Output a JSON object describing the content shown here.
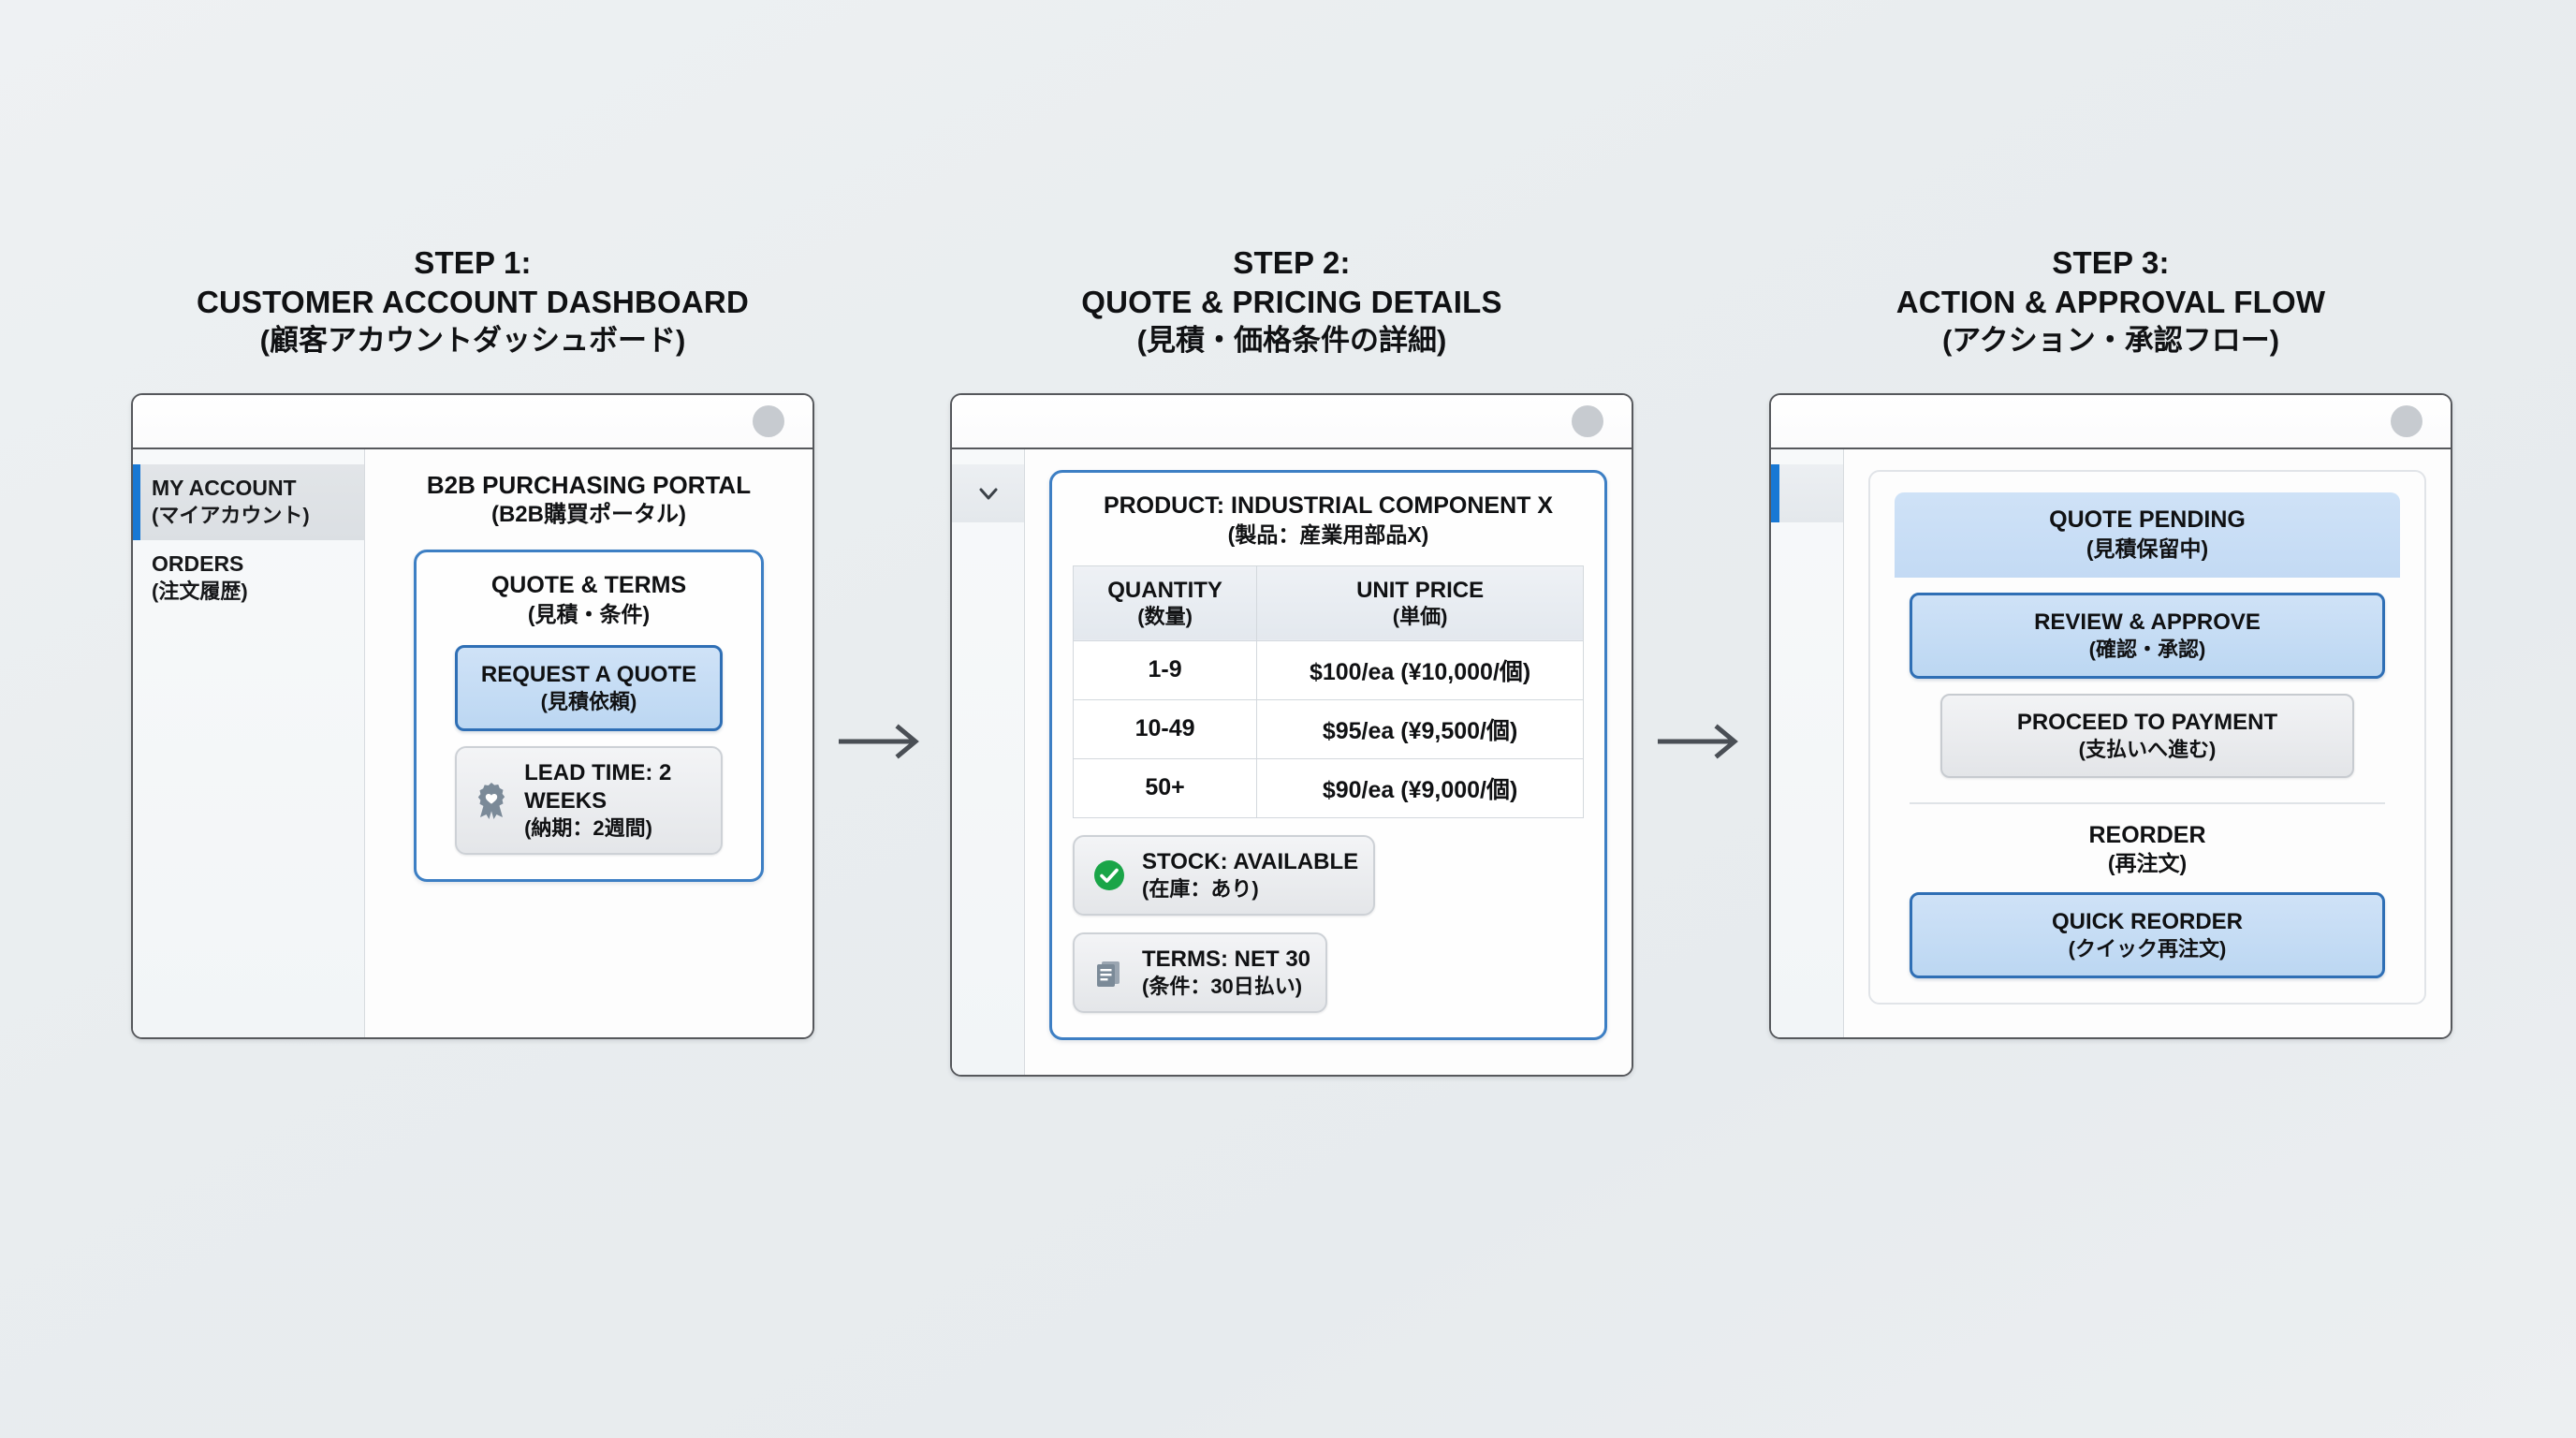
{
  "steps": [
    {
      "header": {
        "line1": "STEP 1:",
        "line2": "CUSTOMER ACCOUNT DASHBOARD",
        "line3": "(顧客アカウントダッシュボード)"
      },
      "sidebar": [
        {
          "label": "MY ACCOUNT",
          "jp": "(マイアカウント)",
          "active": true
        },
        {
          "label": "ORDERS",
          "jp": "(注文履歴)",
          "active": false
        }
      ],
      "portal_title": {
        "en": "B2B PURCHASING PORTAL",
        "jp": "(B2B購買ポータル)"
      },
      "card": {
        "head_en": "QUOTE & TERMS",
        "head_jp": "(見積・条件)",
        "primary_button": {
          "en": "REQUEST A QUOTE",
          "jp": "(見積依頼)"
        },
        "lead_time_chip": {
          "en": "LEAD TIME: 2 WEEKS",
          "jp": "(納期：2週間)",
          "icon": "award-ribbon-icon"
        }
      }
    },
    {
      "header": {
        "line1": "STEP 2:",
        "line2": "QUOTE & PRICING DETAILS",
        "line3": "(見積・価格条件の詳細)"
      },
      "sidebar_icon": "chevron-down-icon",
      "card": {
        "head_en": "PRODUCT: INDUSTRIAL COMPONENT X",
        "head_jp": "(製品：産業用部品X)",
        "stock_chip": {
          "en": "STOCK: AVAILABLE",
          "jp": "(在庫：あり)",
          "icon": "check-circle-icon",
          "color": "#1aa548"
        },
        "terms_chip": {
          "en": "TERMS: NET 30",
          "jp": "(条件：30日払い)",
          "icon": "document-icon"
        }
      }
    },
    {
      "header": {
        "line1": "STEP 3:",
        "line2": "ACTION & APPROVAL FLOW",
        "line3": "(アクション・承認フロー)"
      },
      "status_banner": {
        "en": "QUOTE PENDING",
        "jp": "(見積保留中)"
      },
      "approve_button": {
        "en": "REVIEW & APPROVE",
        "jp": "(確認・承認)"
      },
      "payment_button": {
        "en": "PROCEED TO PAYMENT",
        "jp": "(支払いへ進む)"
      },
      "reorder_label": {
        "en": "REORDER",
        "jp": "(再注文)"
      },
      "reorder_button": {
        "en": "QUICK REORDER",
        "jp": "(クイック再注文)"
      }
    }
  ],
  "chart_data": {
    "type": "table",
    "title": "PRODUCT: INDUSTRIAL COMPONENT X",
    "columns": [
      {
        "en": "QUANTITY",
        "jp": "(数量)"
      },
      {
        "en": "UNIT PRICE",
        "jp": "(単価)"
      }
    ],
    "rows": [
      {
        "quantity": "1-9",
        "unit_price": "$100/ea (¥10,000/個)"
      },
      {
        "quantity": "10-49",
        "unit_price": "$95/ea (¥9,500/個)"
      },
      {
        "quantity": "50+",
        "unit_price": "$90/ea (¥9,000/個)"
      }
    ]
  },
  "colors": {
    "accent_blue": "#1878d4",
    "card_border_blue": "#3d7fc4",
    "button_fill_blue": "#cfe2f7",
    "success_green": "#1aa548",
    "frame_gray": "#56585c",
    "background": "#eceff1"
  }
}
